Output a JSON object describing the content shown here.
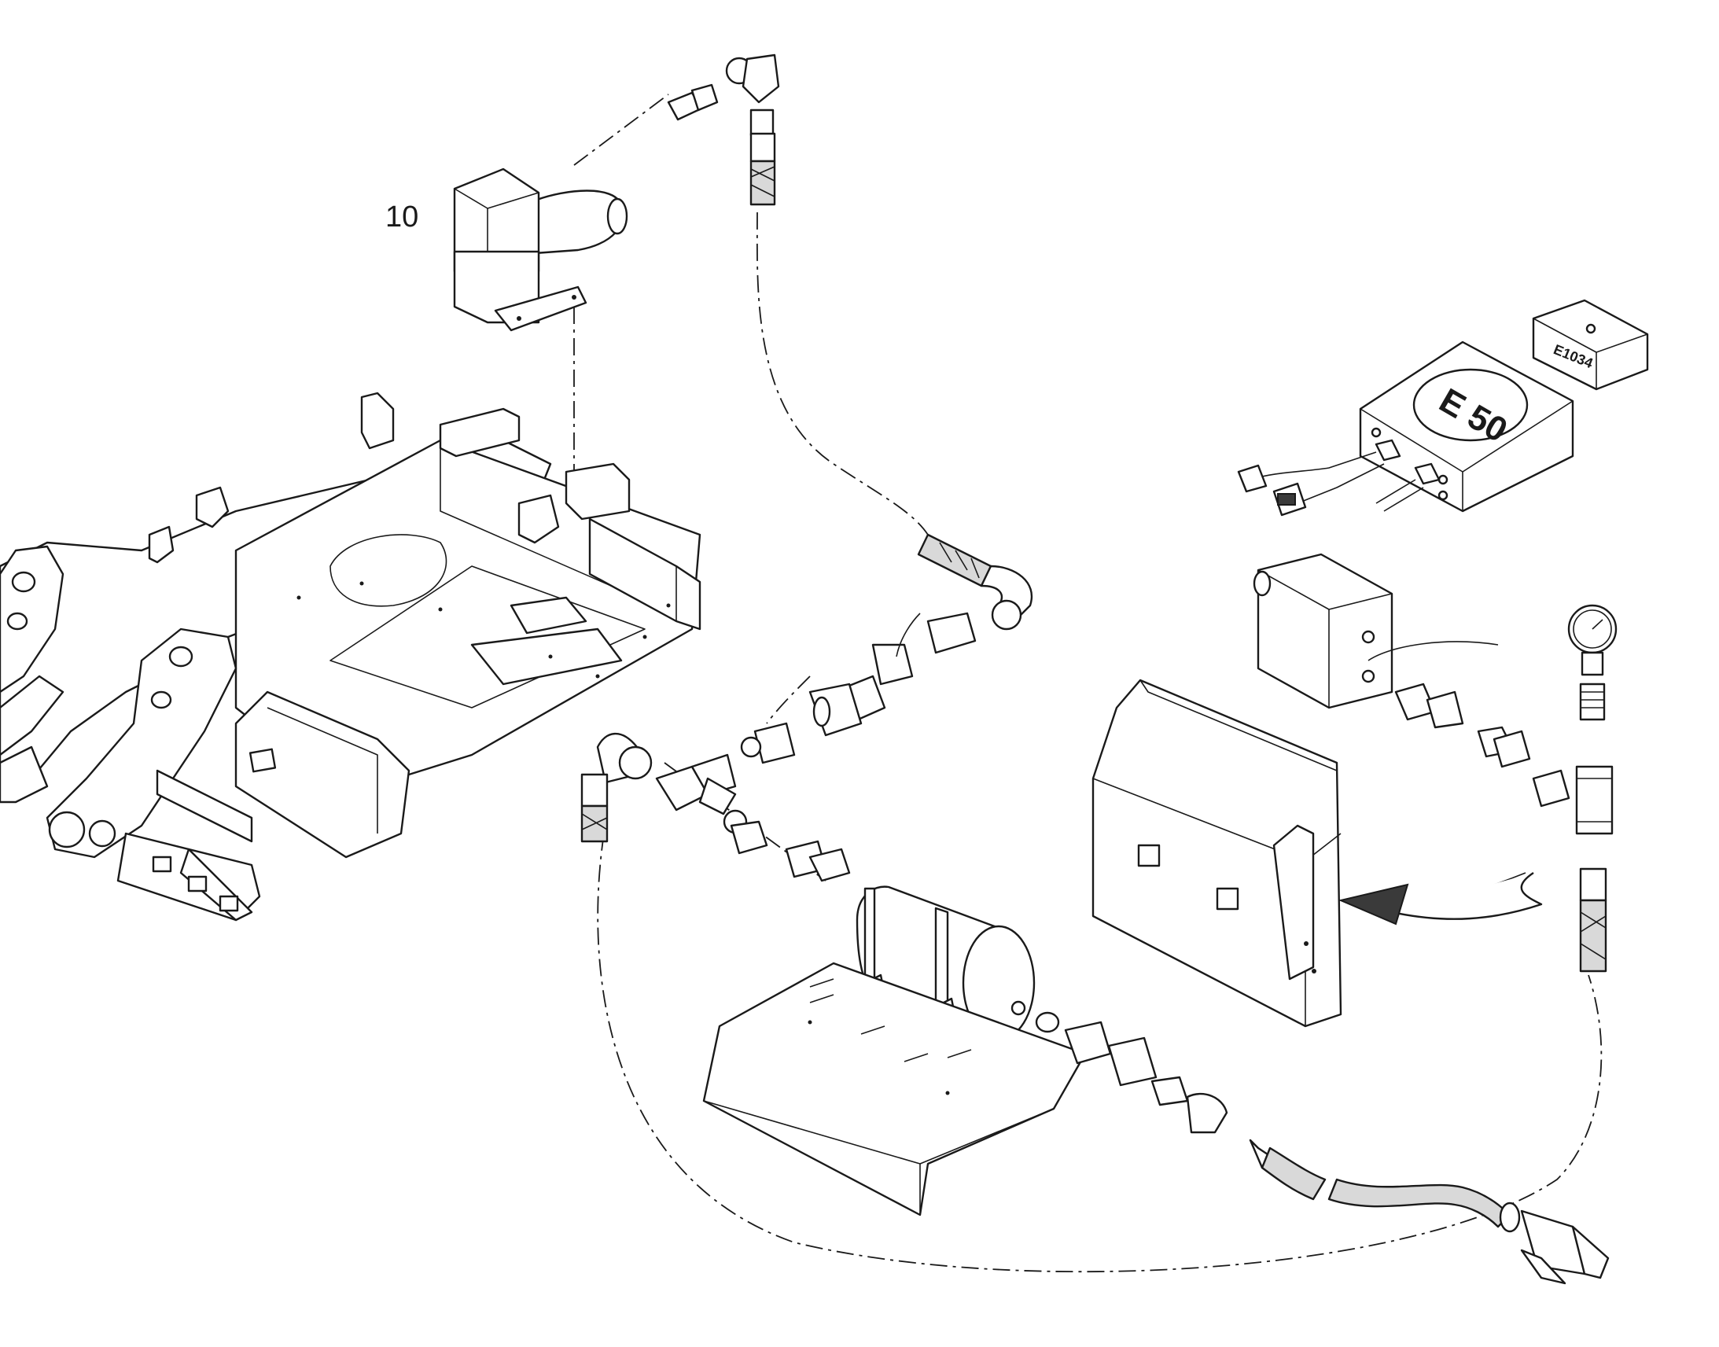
{
  "callouts": {
    "item_10": "10"
  },
  "labels": {
    "control_unit": "E 50",
    "small_box": "E1034"
  },
  "icons": [
    "frame-chassis",
    "pump-motor",
    "elbow-fitting",
    "hose",
    "control-unit-box",
    "sensor-box",
    "junction-box",
    "pressure-gauge",
    "tee-fitting",
    "cylinder-tank",
    "mounting-plate",
    "cover-panel",
    "arrow-icon",
    "nozzle"
  ]
}
